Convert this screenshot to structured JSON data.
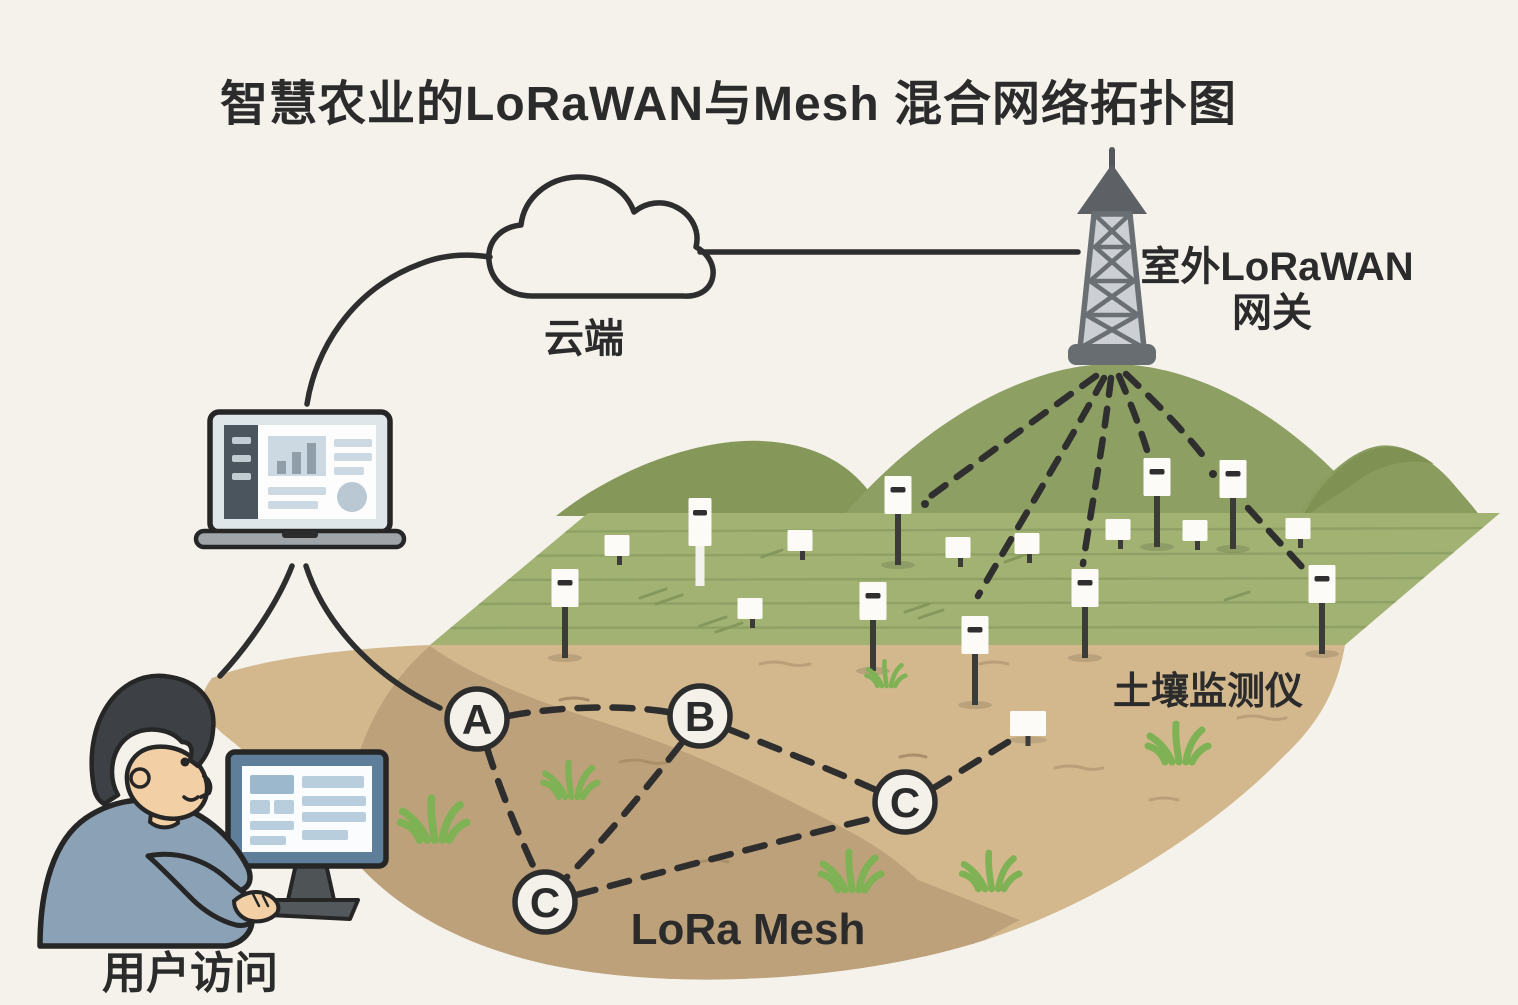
{
  "title": "智慧农业的LoRaWAN与Mesh 混合网络拓扑图",
  "cloud": {
    "label": "云端"
  },
  "gateway": {
    "label_line1": "室外LoRaWAN",
    "label_line2": "网关"
  },
  "field": {
    "sensor_label": "土壤监测仪"
  },
  "mesh": {
    "label": "LoRa Mesh",
    "nodes": [
      {
        "label": "A"
      },
      {
        "label": "B"
      },
      {
        "label": "C"
      },
      {
        "label": "C"
      }
    ]
  },
  "user": {
    "label": "用户访问"
  },
  "colors": {
    "background": "#f5f2ec",
    "field_green": "#a2b273",
    "hill_green": "#8e9f63",
    "hill_green_left": "#85985a",
    "hill_green_right": "#8a9c5e",
    "soil_light": "#d3b88e",
    "soil_dark": "#bda17b",
    "grass_green": "#7fb254",
    "line_dark": "#2e2e2e",
    "tower_gray": "#5d6165",
    "lattice_gray": "#ccd0d5"
  }
}
